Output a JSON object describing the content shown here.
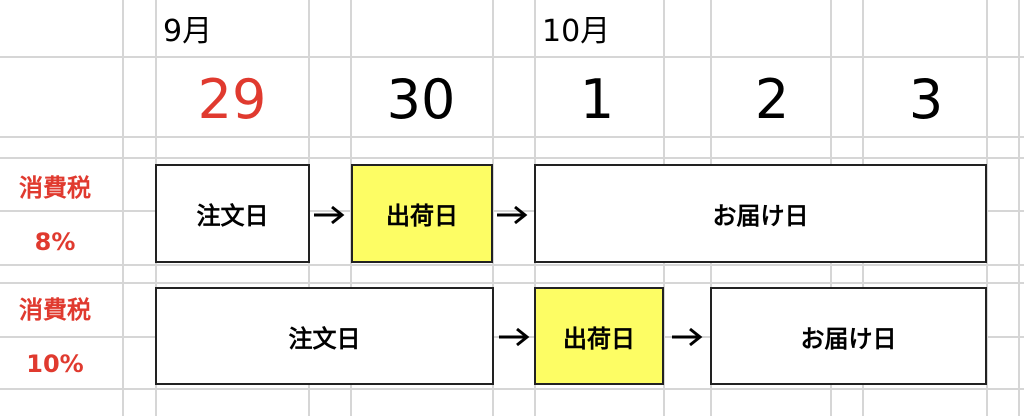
{
  "colors": {
    "highlight": "#fdfd64",
    "red": "#e03a2f",
    "grid": "#d6d6d6",
    "border": "#222222"
  },
  "header": {
    "months": [
      {
        "label": "9月"
      },
      {
        "label": "10月"
      }
    ],
    "days": [
      {
        "label": "29"
      },
      {
        "label": "30"
      },
      {
        "label": "1"
      },
      {
        "label": "2"
      },
      {
        "label": "3"
      }
    ]
  },
  "rows": [
    {
      "tax_label": "消費税",
      "rate": "8%",
      "order": "注文日",
      "ship": "出荷日",
      "delivery": "お届け日"
    },
    {
      "tax_label": "消費税",
      "rate": "10%",
      "order": "注文日",
      "ship": "出荷日",
      "delivery": "お届け日"
    }
  ]
}
